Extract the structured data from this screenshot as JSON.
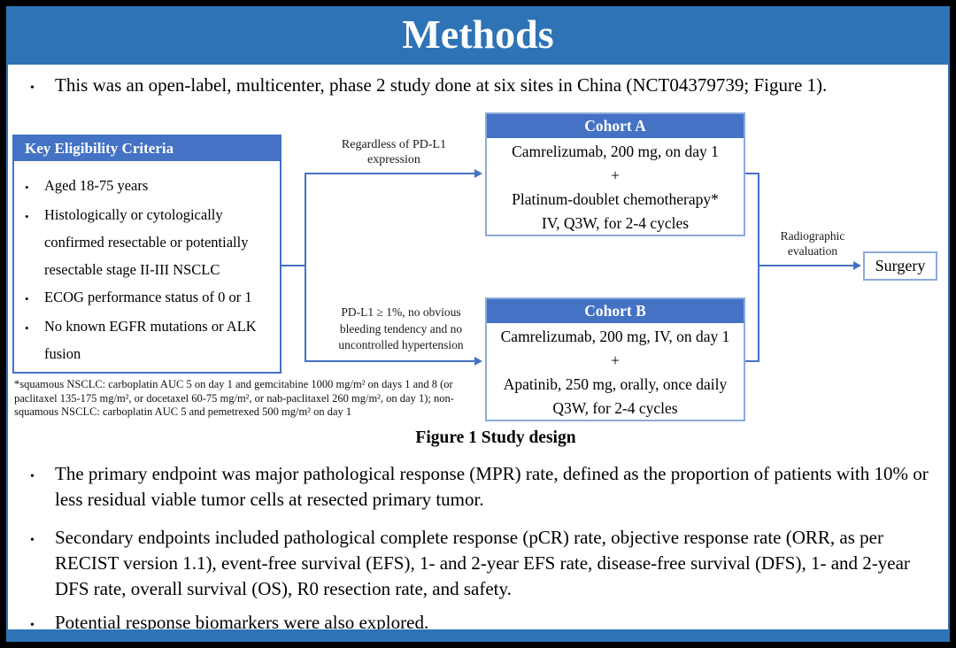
{
  "colors": {
    "banner": "#2E73B6",
    "header": "#4472C4",
    "border_light": "#8EA9DB",
    "connector": "#4472C4"
  },
  "slide": {
    "title": "Methods",
    "bullet_marker": "•",
    "intro": "This was an open-label, multicenter, phase 2 study done at six sites in China (NCT04379739; Figure 1).",
    "bullets": [
      "The primary endpoint was major pathological response (MPR) rate, defined as the proportion of patients with 10% or less residual viable tumor cells at resected primary tumor.",
      "Secondary endpoints included pathological complete response (pCR) rate, objective response rate (ORR, as per RECIST version 1.1), event-free survival (EFS), 1- and 2-year EFS rate, disease-free survival (DFS), 1- and 2-year DFS rate, overall survival (OS), R0 resection rate, and safety.",
      "Potential response biomarkers were also explored."
    ]
  },
  "figure": {
    "eligibility": {
      "header": "Key Eligibility Criteria",
      "items": [
        "Aged 18-75 years",
        "Histologically or cytologically confirmed resectable or potentially resectable stage II-III NSCLC",
        "ECOG performance status of 0 or 1",
        "No known EGFR mutations or ALK fusion"
      ]
    },
    "branch_top": "Regardless of PD-L1 expression",
    "branch_bottom": "PD-L1 ≥ 1%, no obvious bleeding tendency and no uncontrolled hypertension",
    "cohort_a": {
      "header": "Cohort A",
      "lines": [
        "Camrelizumab, 200 mg, on day 1",
        "+",
        "Platinum-doublet chemotherapy*",
        "IV, Q3W, for 2-4 cycles"
      ]
    },
    "cohort_b": {
      "header": "Cohort B",
      "lines": [
        "Camrelizumab, 200 mg, IV, on day 1",
        "+",
        "Apatinib, 250 mg, orally, once daily",
        "Q3W, for 2-4 cycles"
      ]
    },
    "radiographic": "Radiographic evaluation",
    "surgery": "Surgery",
    "footnote": "*squamous NSCLC: carboplatin AUC 5 on day 1 and gemcitabine 1000 mg/m² on days 1 and 8 (or paclitaxel 135-175 mg/m², or docetaxel 60-75 mg/m², or nab-paclitaxel 260 mg/m², on day 1); non-squamous NSCLC: carboplatin AUC 5 and pemetrexed 500 mg/m² on day 1",
    "caption": "Figure 1 Study design"
  }
}
